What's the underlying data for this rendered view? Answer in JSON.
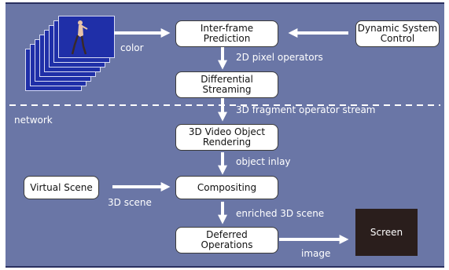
{
  "nodes": {
    "inter_frame": {
      "line1": "Inter-frame",
      "line2": "Prediction"
    },
    "dynamic_control": {
      "line1": "Dynamic System",
      "line2": "Control"
    },
    "differential": {
      "line1": "Differential",
      "line2": "Streaming"
    },
    "video_render": {
      "line1": "3D Video Object",
      "line2": "Rendering"
    },
    "virtual_scene": {
      "label": "Virtual Scene"
    },
    "compositing": {
      "label": "Compositing"
    },
    "deferred": {
      "line1": "Deferred",
      "line2": "Operations"
    },
    "screen": {
      "label": "Screen"
    }
  },
  "edges": {
    "color": "color",
    "pixel_ops": "2D pixel operators",
    "fragment_stream": "3D fragment operator stream",
    "object_inlay": "object inlay",
    "scene_3d": "3D scene",
    "enriched_scene": "enriched 3D scene",
    "image": "image"
  },
  "network": "network",
  "colors": {
    "panel": "#6a76a6",
    "frames": "#1f2fa8",
    "screen": "#2a1e1c"
  }
}
